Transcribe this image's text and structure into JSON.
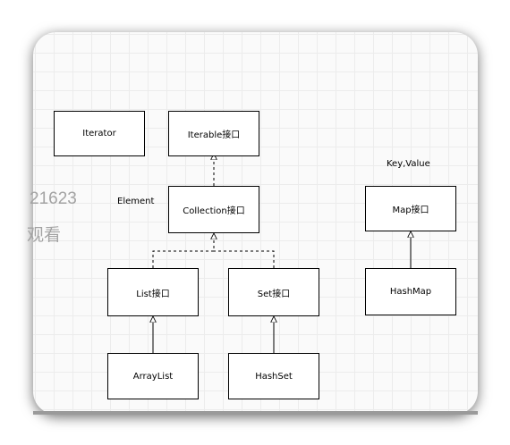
{
  "watermark": {
    "line1": "21623",
    "line2": "观看"
  },
  "nodes": {
    "iterator": "Iterator",
    "iterable": "Iterable接口",
    "collection": "Collection接口",
    "list": "List接口",
    "set": "Set接口",
    "arraylist": "ArrayList",
    "hashset": "HashSet",
    "map": "Map接口",
    "hashmap": "HashMap"
  },
  "notes": {
    "element": "Element",
    "key_value": "Key,Value"
  },
  "colors": {
    "line": "#000000",
    "grid": "#ececec",
    "watermark": "#a3a3a3"
  }
}
